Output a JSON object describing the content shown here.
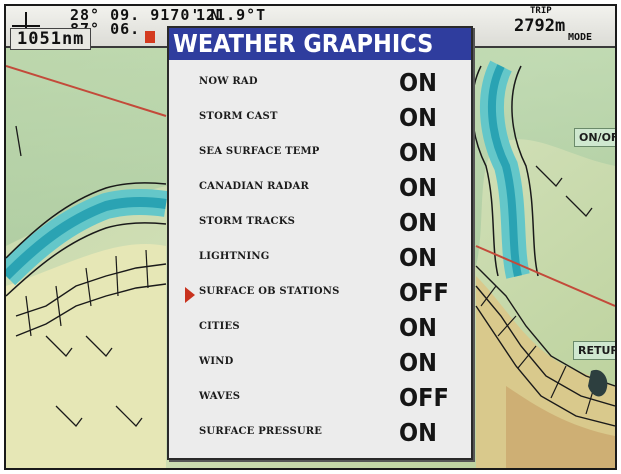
{
  "status_bar": {
    "latitude": "28° 09. 9170' N",
    "longitude": "87° 06.",
    "altitude": "121.9°T",
    "distance": "1051nm",
    "bearing_label": "TRIP",
    "bearing_value": "2792m",
    "mode_label": "MODE"
  },
  "softkeys": {
    "on_off": "ON/OFF",
    "return": "RETURN"
  },
  "menu": {
    "title": "WEATHER GRAPHICS",
    "selected_index": 6,
    "items": [
      {
        "label": "NOW RAD",
        "value": "ON"
      },
      {
        "label": "STORM CAST",
        "value": "ON"
      },
      {
        "label": "SEA SURFACE TEMP",
        "value": "ON"
      },
      {
        "label": "CANADIAN RADAR",
        "value": "ON"
      },
      {
        "label": "STORM TRACKS",
        "value": "ON"
      },
      {
        "label": "LIGHTNING",
        "value": "ON"
      },
      {
        "label": "SURFACE OB STATIONS",
        "value": "OFF"
      },
      {
        "label": "CITIES",
        "value": "ON"
      },
      {
        "label": "WIND",
        "value": "ON"
      },
      {
        "label": "WAVES",
        "value": "OFF"
      },
      {
        "label": "SURFACE PRESSURE",
        "value": "ON"
      }
    ]
  },
  "colors": {
    "title_bar": "#2f3d9e",
    "cursor": "#c8321e",
    "menu_background": "#ececec"
  }
}
